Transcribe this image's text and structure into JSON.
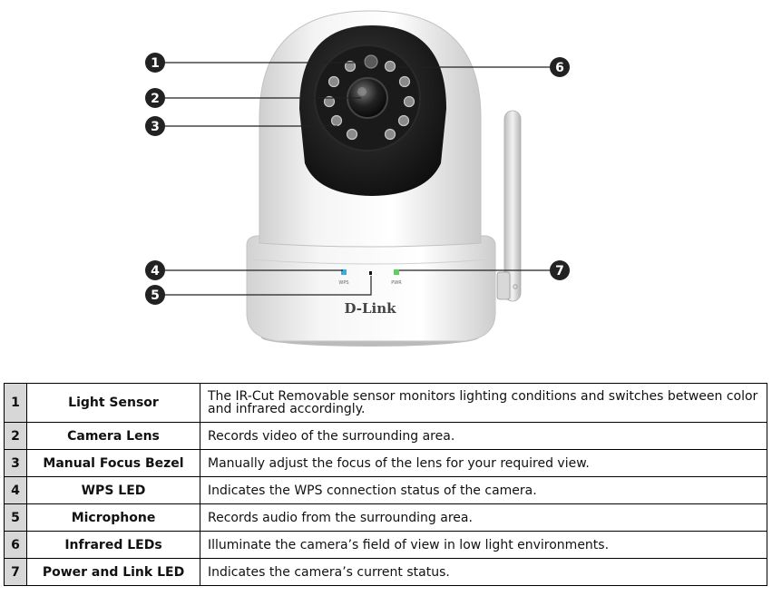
{
  "figure": {
    "brand": "D-Link",
    "wps_label": "WPS",
    "pwr_label": "PWR",
    "callouts": [
      "1",
      "2",
      "3",
      "4",
      "5",
      "6",
      "7"
    ]
  },
  "table": {
    "rows": [
      {
        "num": "1",
        "name": "Light Sensor",
        "desc": "The IR-Cut Removable sensor monitors lighting conditions and switches between color and infrared accordingly."
      },
      {
        "num": "2",
        "name": "Camera Lens",
        "desc": "Records video of the surrounding area."
      },
      {
        "num": "3",
        "name": "Manual Focus Bezel",
        "desc": "Manually adjust the focus of the lens for your required view."
      },
      {
        "num": "4",
        "name": "WPS LED",
        "desc": "Indicates the WPS connection status of the camera."
      },
      {
        "num": "5",
        "name": "Microphone",
        "desc": "Records audio from the surrounding area."
      },
      {
        "num": "6",
        "name": "Infrared LEDs",
        "desc": "Illuminate the camera’s field of view in low light environments."
      },
      {
        "num": "7",
        "name": "Power and Link LED",
        "desc": "Indicates the camera’s current status."
      }
    ]
  }
}
